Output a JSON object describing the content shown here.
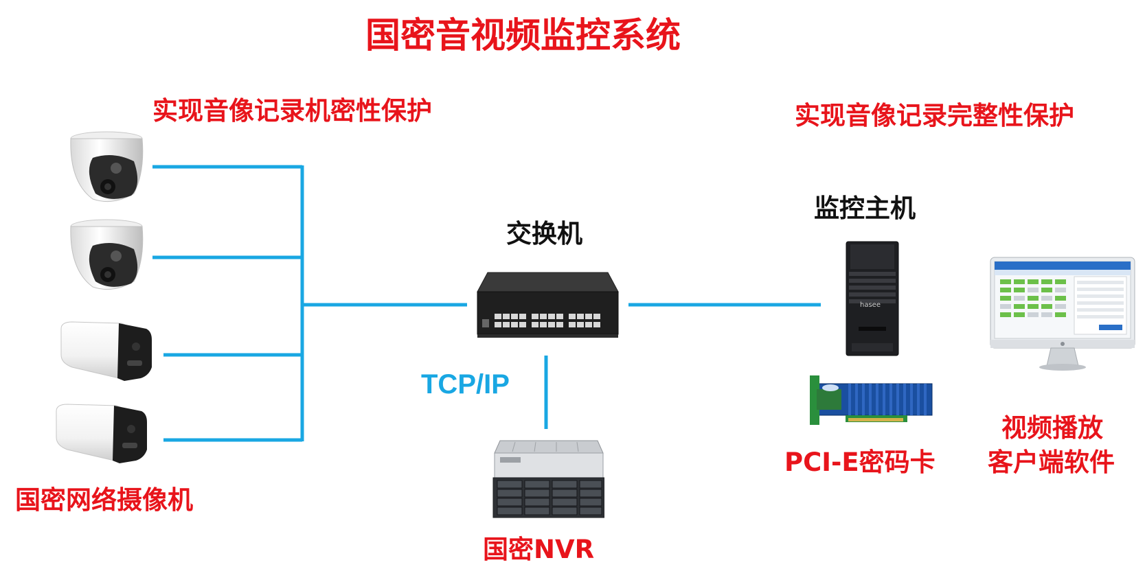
{
  "title": "国密音视频监控系统",
  "left_caption": "实现音像记录机密性保护",
  "right_caption": "实现音像记录完整性保护",
  "nodes": {
    "cameras": "国密网络摄像机",
    "switch": "交换机",
    "protocol": "TCP/IP",
    "nvr": "国密NVR",
    "host": "监控主机",
    "pcie_card": "PCI-E密码卡",
    "client_software_line1": "视频播放",
    "client_software_line2": "客户端软件"
  },
  "colors": {
    "title_red": "#e8141b",
    "link_blue": "#19a7e3",
    "label_black": "#111111"
  },
  "icons": [
    "dome-camera-icon",
    "dome-camera-icon",
    "bullet-camera-icon",
    "bullet-camera-icon",
    "network-switch-icon",
    "nvr-server-icon",
    "tower-pc-icon",
    "pcie-card-icon",
    "monitor-icon"
  ]
}
